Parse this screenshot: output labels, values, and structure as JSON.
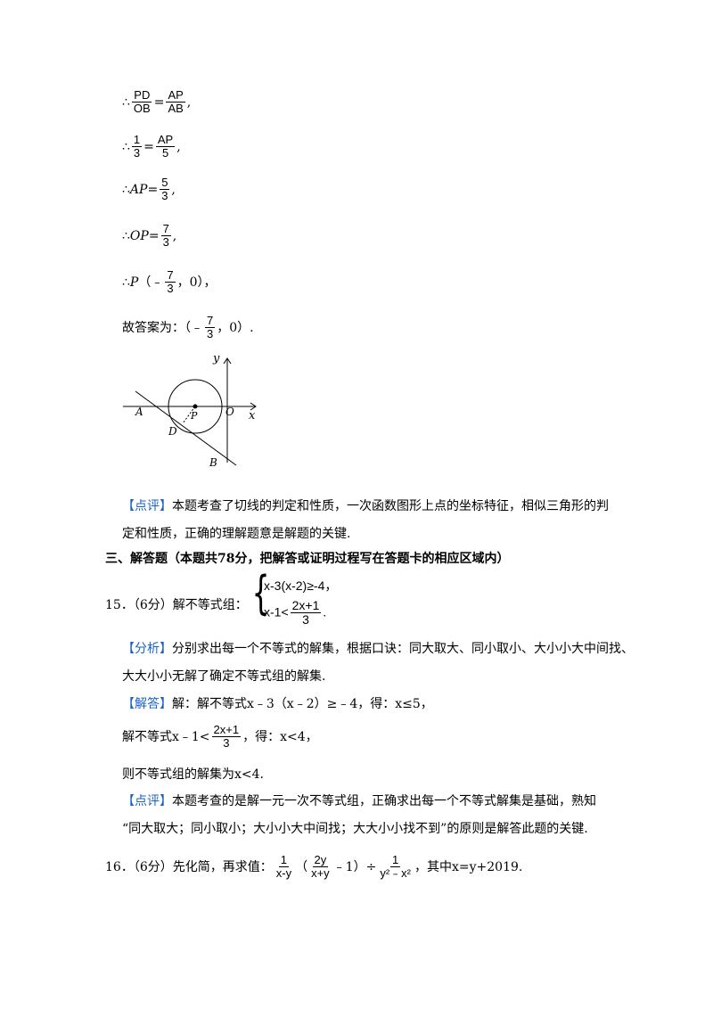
{
  "derivation": {
    "l1": {
      "lead": "∴",
      "num1": "PD",
      "den1": "OB",
      "eq": "=",
      "num2": "AP",
      "den2": "AB",
      "tail": ","
    },
    "l2": {
      "lead": "∴",
      "num1": "1",
      "den1": "3",
      "eq": "=",
      "num2": "AP",
      "den2": "5",
      "tail": ","
    },
    "l3": {
      "lead": "∴",
      "var": "AP",
      "eq": "=",
      "num": "5",
      "den": "3",
      "tail": ","
    },
    "l4": {
      "lead": "∴",
      "var": "OP",
      "eq": "=",
      "num": "7",
      "den": "3",
      "tail": ","
    },
    "l5": {
      "lead": "∴",
      "var": "P",
      "open": "（﹣",
      "num": "7",
      "den": "3",
      "close": "，0），"
    }
  },
  "answer_line": {
    "text": "故答案为：（﹣",
    "num": "7",
    "den": "3",
    "close": "，0）."
  },
  "figure": {
    "labels": {
      "y": "y",
      "x": "x",
      "A": "A",
      "P": "P",
      "O": "O",
      "D": "D",
      "B": "B"
    }
  },
  "comment1": {
    "tag": "【点评】",
    "line1": "本题考查了切线的判定和性质，一次函数图形上点的坐标特征，相似三角形的判",
    "line2": "定和性质，正确的理解题意是解题的关键."
  },
  "section3": {
    "title": "三、解答题（本题共78分，把解答或证明过程写在答题卡的相应区域内）"
  },
  "q15": {
    "number": "15．（6分）解不等式组：",
    "ineq1": "x-3(x-2)≥-4，",
    "ineq2_left": "x-1<",
    "ineq2_num": "2x+1",
    "ineq2_den": "3",
    "ineq2_tail": "."
  },
  "analysis": {
    "tag": "【分析】",
    "line1": "分别求出每一个不等式的解集，根据口诀：同大取大、同小取小、大小小大中间找、",
    "line2": "大大小小无解了确定不等式组的解集."
  },
  "solution": {
    "tag": "【解答】",
    "line1": "解：解不等式x﹣3（x﹣2）≥﹣4，得：x≤5，",
    "line2_left": "解不等式x﹣1<",
    "line2_num": "2x+1",
    "line2_den": "3",
    "line2_tail": "，得：x<4，",
    "line3": "则不等式组的解集为x<4."
  },
  "comment2": {
    "tag": "【点评】",
    "line1": "本题考查的是解一元一次不等式组，正确求出每一个不等式解集是基础，熟知",
    "line2": "“同大取大；同小取小；大小小大中间找；大大小小找不到”的原则是解答此题的关键."
  },
  "q16": {
    "number": "16．（6分）先化简，再求值：",
    "f1_num": "1",
    "f1_den": "x-y",
    "paren_open": "（",
    "f2_num": "2y",
    "f2_den": "x+y",
    "minus1": "﹣1）÷",
    "f3_num": "1",
    "f3_den": "y²﹣x²",
    "tail": "，其中x=y+2019."
  }
}
